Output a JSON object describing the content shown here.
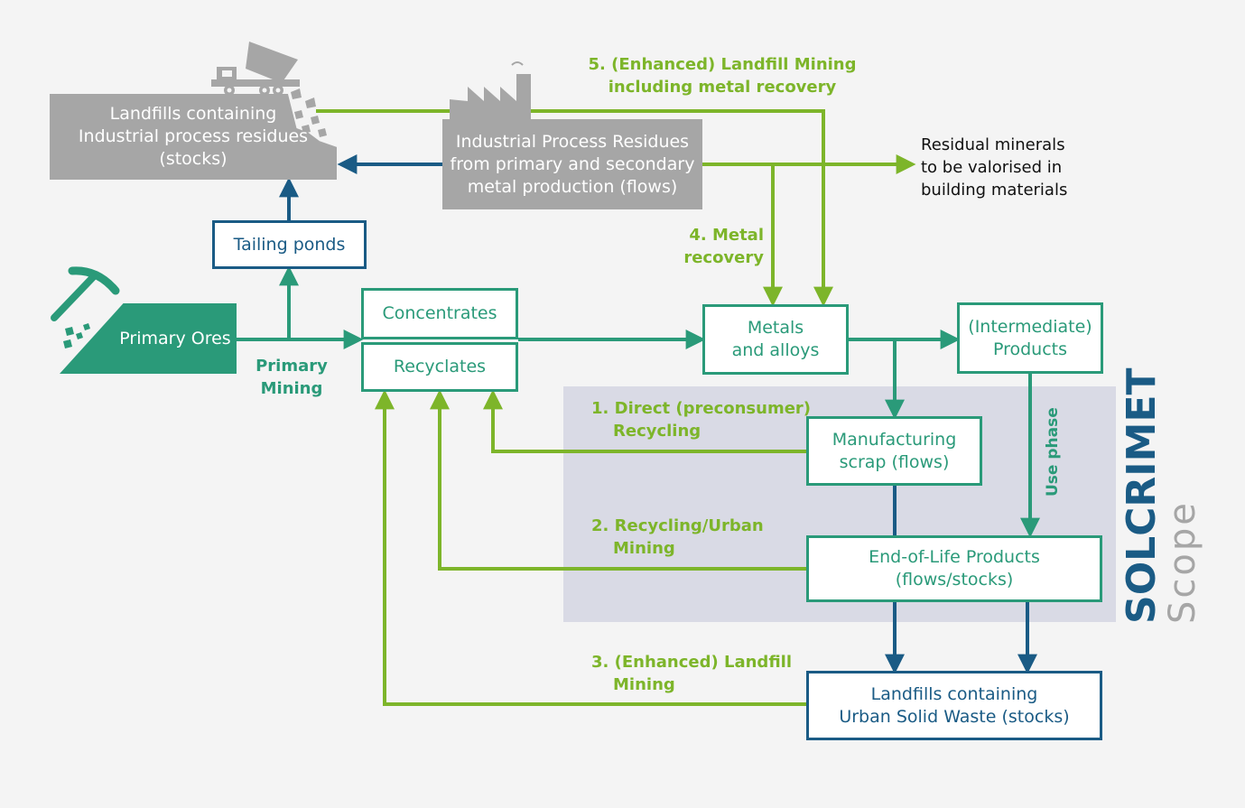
{
  "colors": {
    "teal": "#2a9a79",
    "navy": "#1a5b85",
    "lime": "#7db52a",
    "gray_box": "#a6a6a6",
    "scope_band": "#d9dae5"
  },
  "icons": [
    "dump-truck-icon",
    "factory-icon",
    "pickaxe-icon"
  ],
  "nodes": {
    "landfills_industrial": [
      "Landfills containing",
      "Industrial process residues",
      "(stocks)"
    ],
    "industrial_residues": [
      "Industrial Process Residues",
      "from primary and secondary",
      "metal production (flows)"
    ],
    "tailing_ponds": [
      "Tailing ponds"
    ],
    "primary_ores": [
      "Primary Ores"
    ],
    "concentrates": [
      "Concentrates"
    ],
    "recyclates": [
      "Recyclates"
    ],
    "metals_alloys": [
      "Metals",
      "and alloys"
    ],
    "intermediate_products": [
      "(Intermediate)",
      "Products"
    ],
    "manufacturing_scrap": [
      "Manufacturing",
      "scrap (flows)"
    ],
    "end_of_life": [
      "End-of-Life Products",
      "(flows/stocks)"
    ],
    "landfills_urban": [
      "Landfills containing",
      "Urban Solid Waste (stocks)"
    ],
    "residual_minerals": [
      "Residual minerals",
      "to be valorised in",
      "building materials"
    ]
  },
  "labels": {
    "primary_mining": [
      "Primary",
      "Mining"
    ],
    "metal_recovery": [
      "4. Metal",
      "recovery"
    ],
    "enhanced_landfill_metal": [
      "5. (Enhanced) Landfill Mining",
      "including metal recovery"
    ],
    "direct_recycling": [
      "1. Direct (preconsumer)",
      "Recycling"
    ],
    "recycling_urban": [
      "2. Recycling/Urban",
      "Mining"
    ],
    "enhanced_landfill": [
      "3. (Enhanced) Landfill",
      "Mining"
    ],
    "use_phase": "Use phase"
  },
  "scope": {
    "title": "SOLCRIMET",
    "subtitle": "Scope"
  }
}
